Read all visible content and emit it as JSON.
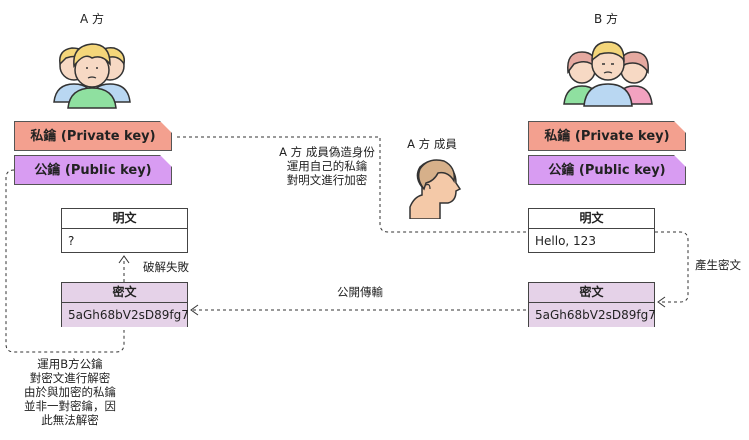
{
  "party_a": {
    "label": "A 方",
    "private_key": "私鑰 (Private key)",
    "public_key": "公鑰 (Public key)"
  },
  "party_b": {
    "label": "B 方",
    "private_key": "私鑰 (Private key)",
    "public_key": "公鑰 (Public key)"
  },
  "impostor": {
    "label": "A 方 成員",
    "note": [
      "A 方 成員偽造身份",
      "運用自己的私鑰",
      "對明文進行加密"
    ]
  },
  "left_plaintext": {
    "header": "明文",
    "value": "?"
  },
  "left_ciphertext": {
    "header": "密文",
    "value": "5aGh68bV2sD89fg7"
  },
  "right_plaintext": {
    "header": "明文",
    "value": "Hello, 123"
  },
  "right_ciphertext": {
    "header": "密文",
    "value": "5aGh68bV2sD89fg7"
  },
  "edge_labels": {
    "decrypt_failed": "破解失敗",
    "public_transfer": "公開傳輸",
    "generate_cipher": "產生密文"
  },
  "bottom_note": [
    "運用B方公鑰",
    "對密文進行解密",
    "由於與加密的私鑰",
    "並非一對密鑰，因",
    "此無法解密"
  ],
  "colors": {
    "private_key": "#f3a08f",
    "public_key": "#d89cf2",
    "ciphertext": "#e5d2e8"
  }
}
